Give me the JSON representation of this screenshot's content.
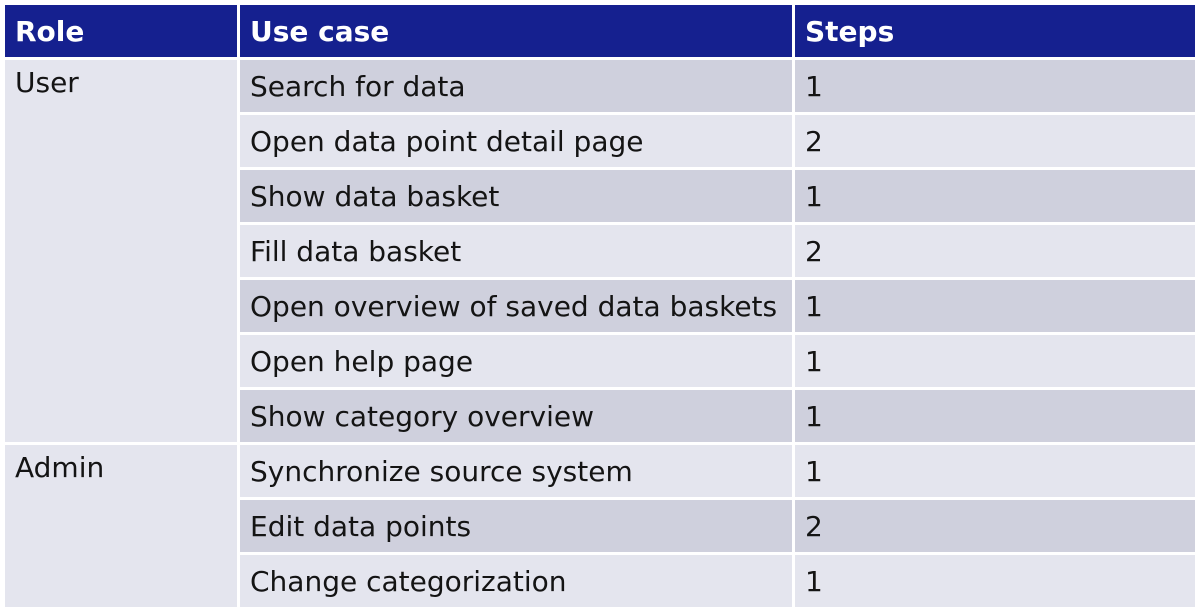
{
  "table": {
    "headers": [
      "Role",
      "Use case",
      "Steps"
    ],
    "groups": [
      {
        "role": "User",
        "rows": [
          {
            "use_case": "Search for data",
            "steps": "1"
          },
          {
            "use_case": "Open data point detail page",
            "steps": "2"
          },
          {
            "use_case": "Show data basket",
            "steps": "1"
          },
          {
            "use_case": "Fill data basket",
            "steps": "2"
          },
          {
            "use_case": "Open overview of saved data baskets",
            "steps": "1"
          },
          {
            "use_case": "Open help page",
            "steps": "1"
          },
          {
            "use_case": "Show category overview",
            "steps": "1"
          }
        ]
      },
      {
        "role": "Admin",
        "rows": [
          {
            "use_case": "Synchronize source system",
            "steps": "1"
          },
          {
            "use_case": "Edit data points",
            "steps": "2"
          },
          {
            "use_case": "Change categorization",
            "steps": "1"
          }
        ]
      }
    ]
  },
  "colors": {
    "header_bg": "#15208f",
    "row_dark": "#cfd0dd",
    "row_light": "#e4e5ee"
  }
}
